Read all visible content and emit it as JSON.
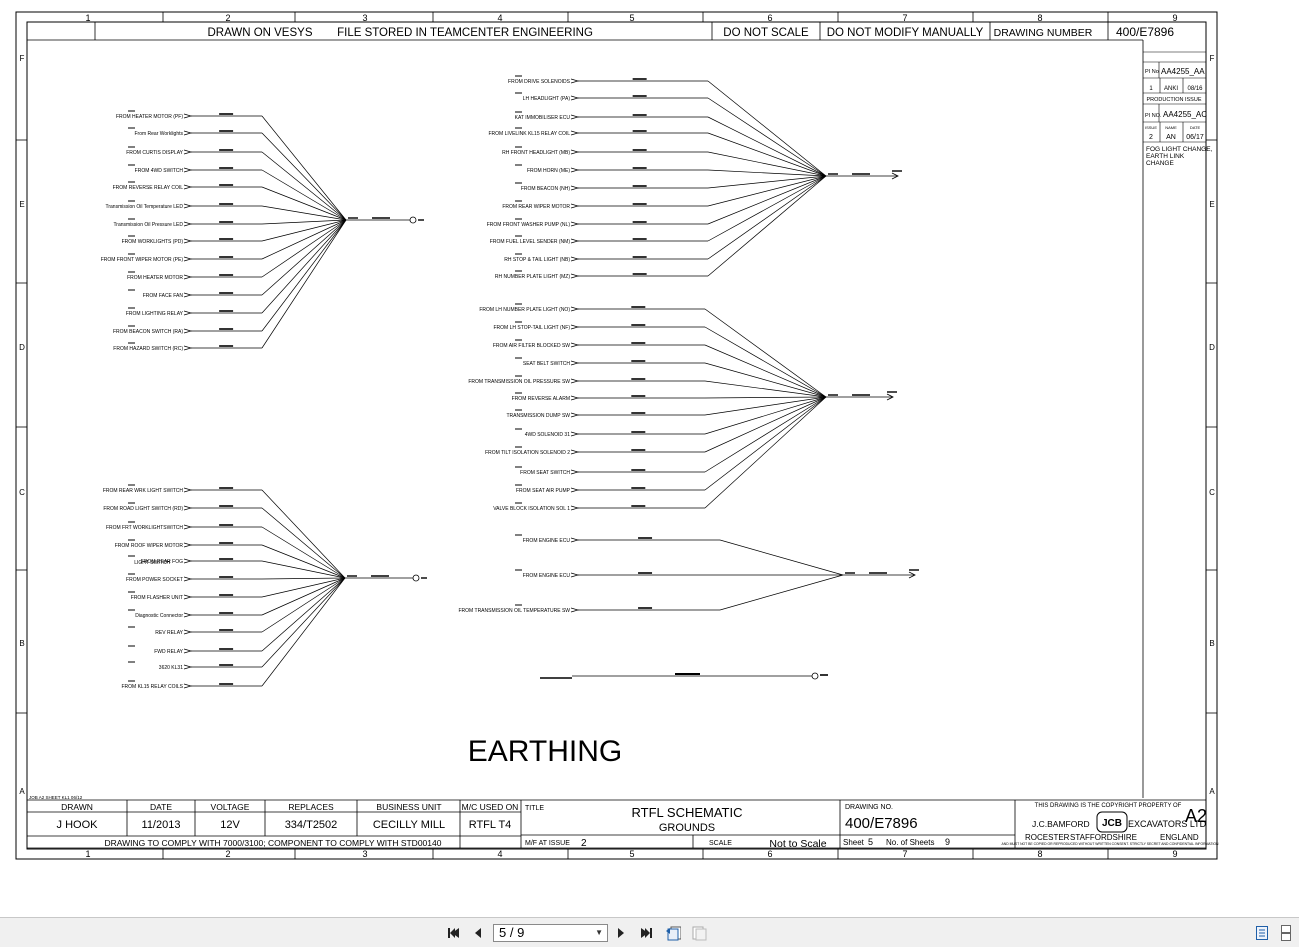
{
  "header": {
    "drawn_on": "DRAWN ON VESYS",
    "file_stored": "FILE STORED IN TEAMCENTER ENGINEERING",
    "do_not_scale": "DO NOT SCALE",
    "do_not_modify": "DO NOT MODIFY MANUALLY",
    "drawing_number_label": "DRAWING NUMBER",
    "drawing_number": "400/E7896"
  },
  "grid": {
    "columns": [
      "1",
      "2",
      "3",
      "4",
      "5",
      "6",
      "7",
      "8",
      "9"
    ],
    "rows": [
      "F",
      "E",
      "D",
      "C",
      "B",
      "A"
    ]
  },
  "revision_block": {
    "pi_label_1": "PI No",
    "pi_1": "AA4255_AA",
    "issue_1": "1",
    "name_1": "ANKI",
    "date_1": "08/16",
    "production_issue": "PRODUCTION ISSUE",
    "pi_label_2": "PI NO.",
    "pi_2": "AA4255_AC",
    "issue_label": "ISSUE",
    "name_label": "NAME",
    "date_label": "DATE",
    "issue_2": "2",
    "name_2": "AN",
    "date_2": "06/17",
    "note_1": "FOG LIGHT CHANGE,",
    "note_2": "EARTH LINK",
    "note_3": "CHANGE"
  },
  "groups": {
    "g1": [
      "FROM HEATER MOTOR (PF)",
      "From Rear Worklights",
      "FROM CURTIS DISPLAY",
      "FROM 4WD SWITCH",
      "FROM REVERSE RELAY COIL",
      "Transmission Oil Temperature LED",
      "Transmission Oil Pressure LED",
      "FROM WORKLIGHTS (PD)",
      "FROM FRONT WIPER MOTOR (PE)",
      "FROM HEATER MOTOR",
      "FROM FACE FAN",
      "FROM LIGHTING RELAY",
      "FROM BEACON SWITCH (RA)",
      "FROM HAZARD SWITCH (RC)"
    ],
    "g2": [
      "FROM DRIVE SOLENOIDS",
      "LH HEADLIGHT (PA)",
      "KAT IMMOBILISER ECU",
      "FROM LIVELINK KL15 RELAY COIL",
      "RH FRONT HEADLIGHT (MB)",
      "FROM HORN (ME)",
      "FROM BEACON (NH)",
      "FROM REAR WIPER MOTOR",
      "FROM FRONT WASHER PUMP (NL)",
      "FROM FUEL LEVEL SENDER (NM)",
      "RH STOP & TAIL LIGHT (NB)",
      "RH NUMBER PLATE LIGHT (MZ)"
    ],
    "g3": [
      "FROM LH NUMBER PLATE LIGHT (NO)",
      "FROM LH STOP-TAIL LIGHT (NF)",
      "FROM AIR FILTER BLOCKED SW",
      "SEAT BELT SWITCH",
      "FROM TRANSMISSION OIL PRESSURE SW",
      "FROM REVERSE ALARM",
      "TRANSMISSION DUMP SW",
      "4WD SOLENOID 31",
      "FROM TILT ISOLATION SOLENOID 2",
      "FROM SEAT SWITCH",
      "FROM SEAT AIR PUMP",
      "VALVE BLOCK ISOLATION SOL 1"
    ],
    "g4": [
      "FROM ENGINE ECU",
      "FROM ENGINE ECU",
      "FROM TRANSMISSION OIL TEMPERATURE SW"
    ],
    "g5": [
      "FROM REAR WRK LIGHT SWITCH",
      "FROM ROAD LIGHT SWITCH (RD)",
      "FROM FRT WORKLIGHTSWITCH",
      "FROM ROOF WIPER MOTOR",
      "FROM REAR FOG",
      "FROM POWER SOCKET",
      "FROM FLASHER UNIT",
      "Diagnostic Connector",
      "REV RELAY",
      "FWD RELAY",
      "3620 KL31",
      "FROM KL15 RELAY COILS"
    ],
    "g5_extra": "LIGHT SWITCH"
  },
  "earthing_label": "EARTHING",
  "job_tag": "JOB A2 SHEET KL1 06/12",
  "title_block": {
    "h_drawn": "DRAWN",
    "h_date": "DATE",
    "h_voltage": "VOLTAGE",
    "h_replaces": "REPLACES",
    "h_business_unit": "BUSINESS UNIT",
    "h_mc_used_on": "M/C USED ON",
    "drawn": "J HOOK",
    "date": "11/2013",
    "voltage": "12V",
    "replaces": "334/T2502",
    "business_unit": "CECILLY MILL",
    "mc_used_on": "RTFL T4",
    "comply_note": "DRAWING TO COMPLY WITH 7000/3100; COMPONENT TO COMPLY WITH STD00140",
    "title_label": "TITLE",
    "title_1": "RTFL SCHEMATIC",
    "title_2": "GROUNDS",
    "mf_at_issue_label": "M/F AT ISSUE",
    "mf_at_issue": "2",
    "scale_label": "SCALE",
    "scale": "Not to Scale",
    "drawing_no_label": "DRAWING NO.",
    "drawing_no": "400/E7896",
    "sheet_label": "Sheet",
    "sheet": "5",
    "no_of_sheets_label": "No. of Sheets",
    "no_of_sheets": "9",
    "copyright": "THIS DRAWING IS THE COPYRIGHT PROPERTY OF",
    "company_1": "J.C.BAMFORD",
    "company_2": "EXCAVATORS LTD",
    "location_1": "ROCESTER",
    "location_2": "STAFFORDSHIRE",
    "location_3": "ENGLAND",
    "logo_text": "JCB",
    "sheet_size": "A2",
    "confidential": "AND MUST NOT BE COPIED OR REPRODUCED WITHOUT WRITTEN CONSENT. STRICTLY SECRET AND CONFIDENTIAL INFORMATION"
  },
  "viewer": {
    "page_indicator": "5 / 9",
    "first_icon": "first-page-icon",
    "prev_icon": "previous-page-icon",
    "next_icon": "next-page-icon",
    "last_icon": "last-page-icon",
    "accent": "#1f5fa8"
  }
}
